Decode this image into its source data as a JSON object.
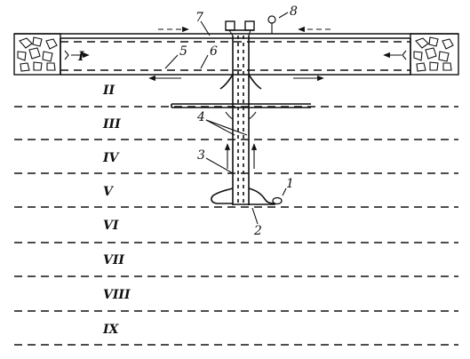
{
  "layers": [
    "I",
    "II",
    "III",
    "IV",
    "V",
    "VI",
    "VII",
    "VIII",
    "IX"
  ],
  "callouts": [
    "1",
    "2",
    "3",
    "4",
    "5",
    "6",
    "7",
    "8"
  ]
}
